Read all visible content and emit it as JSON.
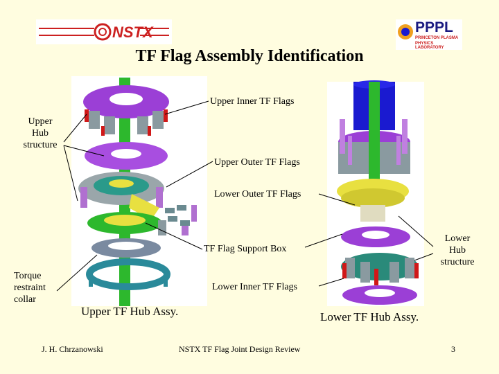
{
  "slide": {
    "title": "TF Flag Assembly Identification",
    "logos": {
      "nstx_text": "NSTX",
      "pppl_text": "PPPL",
      "pppl_sub1": "PRINCETON PLASMA",
      "pppl_sub2": "PHYSICS LABORATORY"
    },
    "labels": {
      "upper_inner_tf_flags": "Upper Inner TF Flags",
      "upper_hub_1": "Upper",
      "upper_hub_2": "Hub",
      "upper_hub_3": "structure",
      "upper_outer_tf_flags": "Upper Outer TF Flags",
      "lower_outer_tf_flags": "Lower Outer TF Flags",
      "tf_flag_support_box": "TF Flag Support Box",
      "lower_hub_1": "Lower",
      "lower_hub_2": "Hub",
      "lower_hub_3": "structure",
      "torque_1": "Torque",
      "torque_2": "restraint",
      "torque_3": "collar",
      "lower_inner_tf_flags": "Lower Inner TF Flags"
    },
    "captions": {
      "upper": "Upper TF Hub Assy.",
      "lower": "Lower TF Hub Assy."
    },
    "footer": {
      "author": "J. H. Chrzanowski",
      "center": "NSTX TF Flag Joint Design Review",
      "page": "3"
    }
  },
  "colors": {
    "background": "#fffde0",
    "purple": "#9b3fd6",
    "green": "#2db82d",
    "blue": "#1a1ad0",
    "yellow": "#e8e040",
    "gray": "#9aa6aa",
    "red": "#d01818"
  }
}
